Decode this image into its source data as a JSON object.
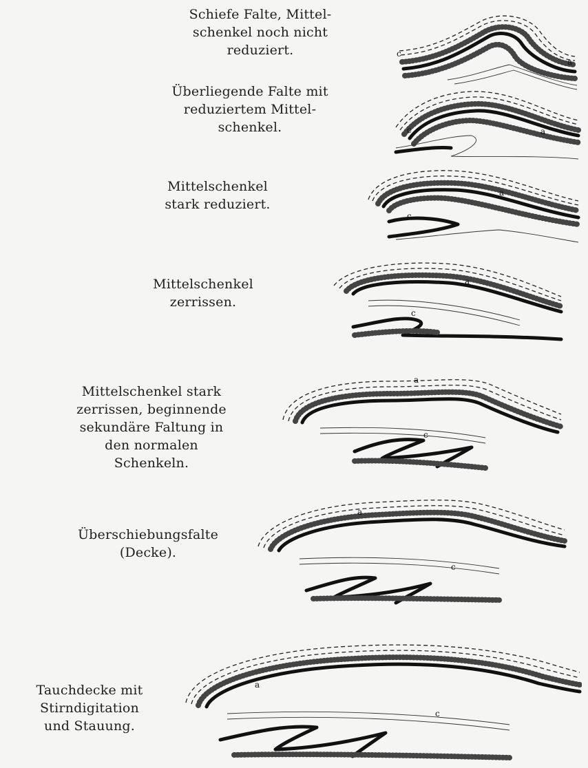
{
  "stages": [
    {
      "caption": "Schiefe Falte, Mittel-\nschenkel noch nicht\nreduziert.",
      "markers": [
        "c",
        "a"
      ]
    },
    {
      "caption": "Überliegende Falte mit\nreduziertem Mittel-\nschenkel.",
      "markers": [
        "c",
        "a"
      ]
    },
    {
      "caption": "Mittelschenkel\nstark reduziert.",
      "markers": [
        "a",
        "c"
      ]
    },
    {
      "caption": "Mittelschenkel\nzerrissen.",
      "markers": [
        "a",
        "c"
      ]
    },
    {
      "caption": "Mittelschenkel stark\nzerrissen, beginnende\nsekundäre Faltung in\nden normalen\nSchenkeln.",
      "markers": [
        "a",
        "c"
      ]
    },
    {
      "caption": "Überschiebungsfalte\n(Decke).",
      "markers": [
        "a",
        "c"
      ]
    },
    {
      "caption": "Tauchdecke mit\nStirndigitation\nund Stauung.",
      "markers": [
        "a",
        "c"
      ]
    }
  ]
}
